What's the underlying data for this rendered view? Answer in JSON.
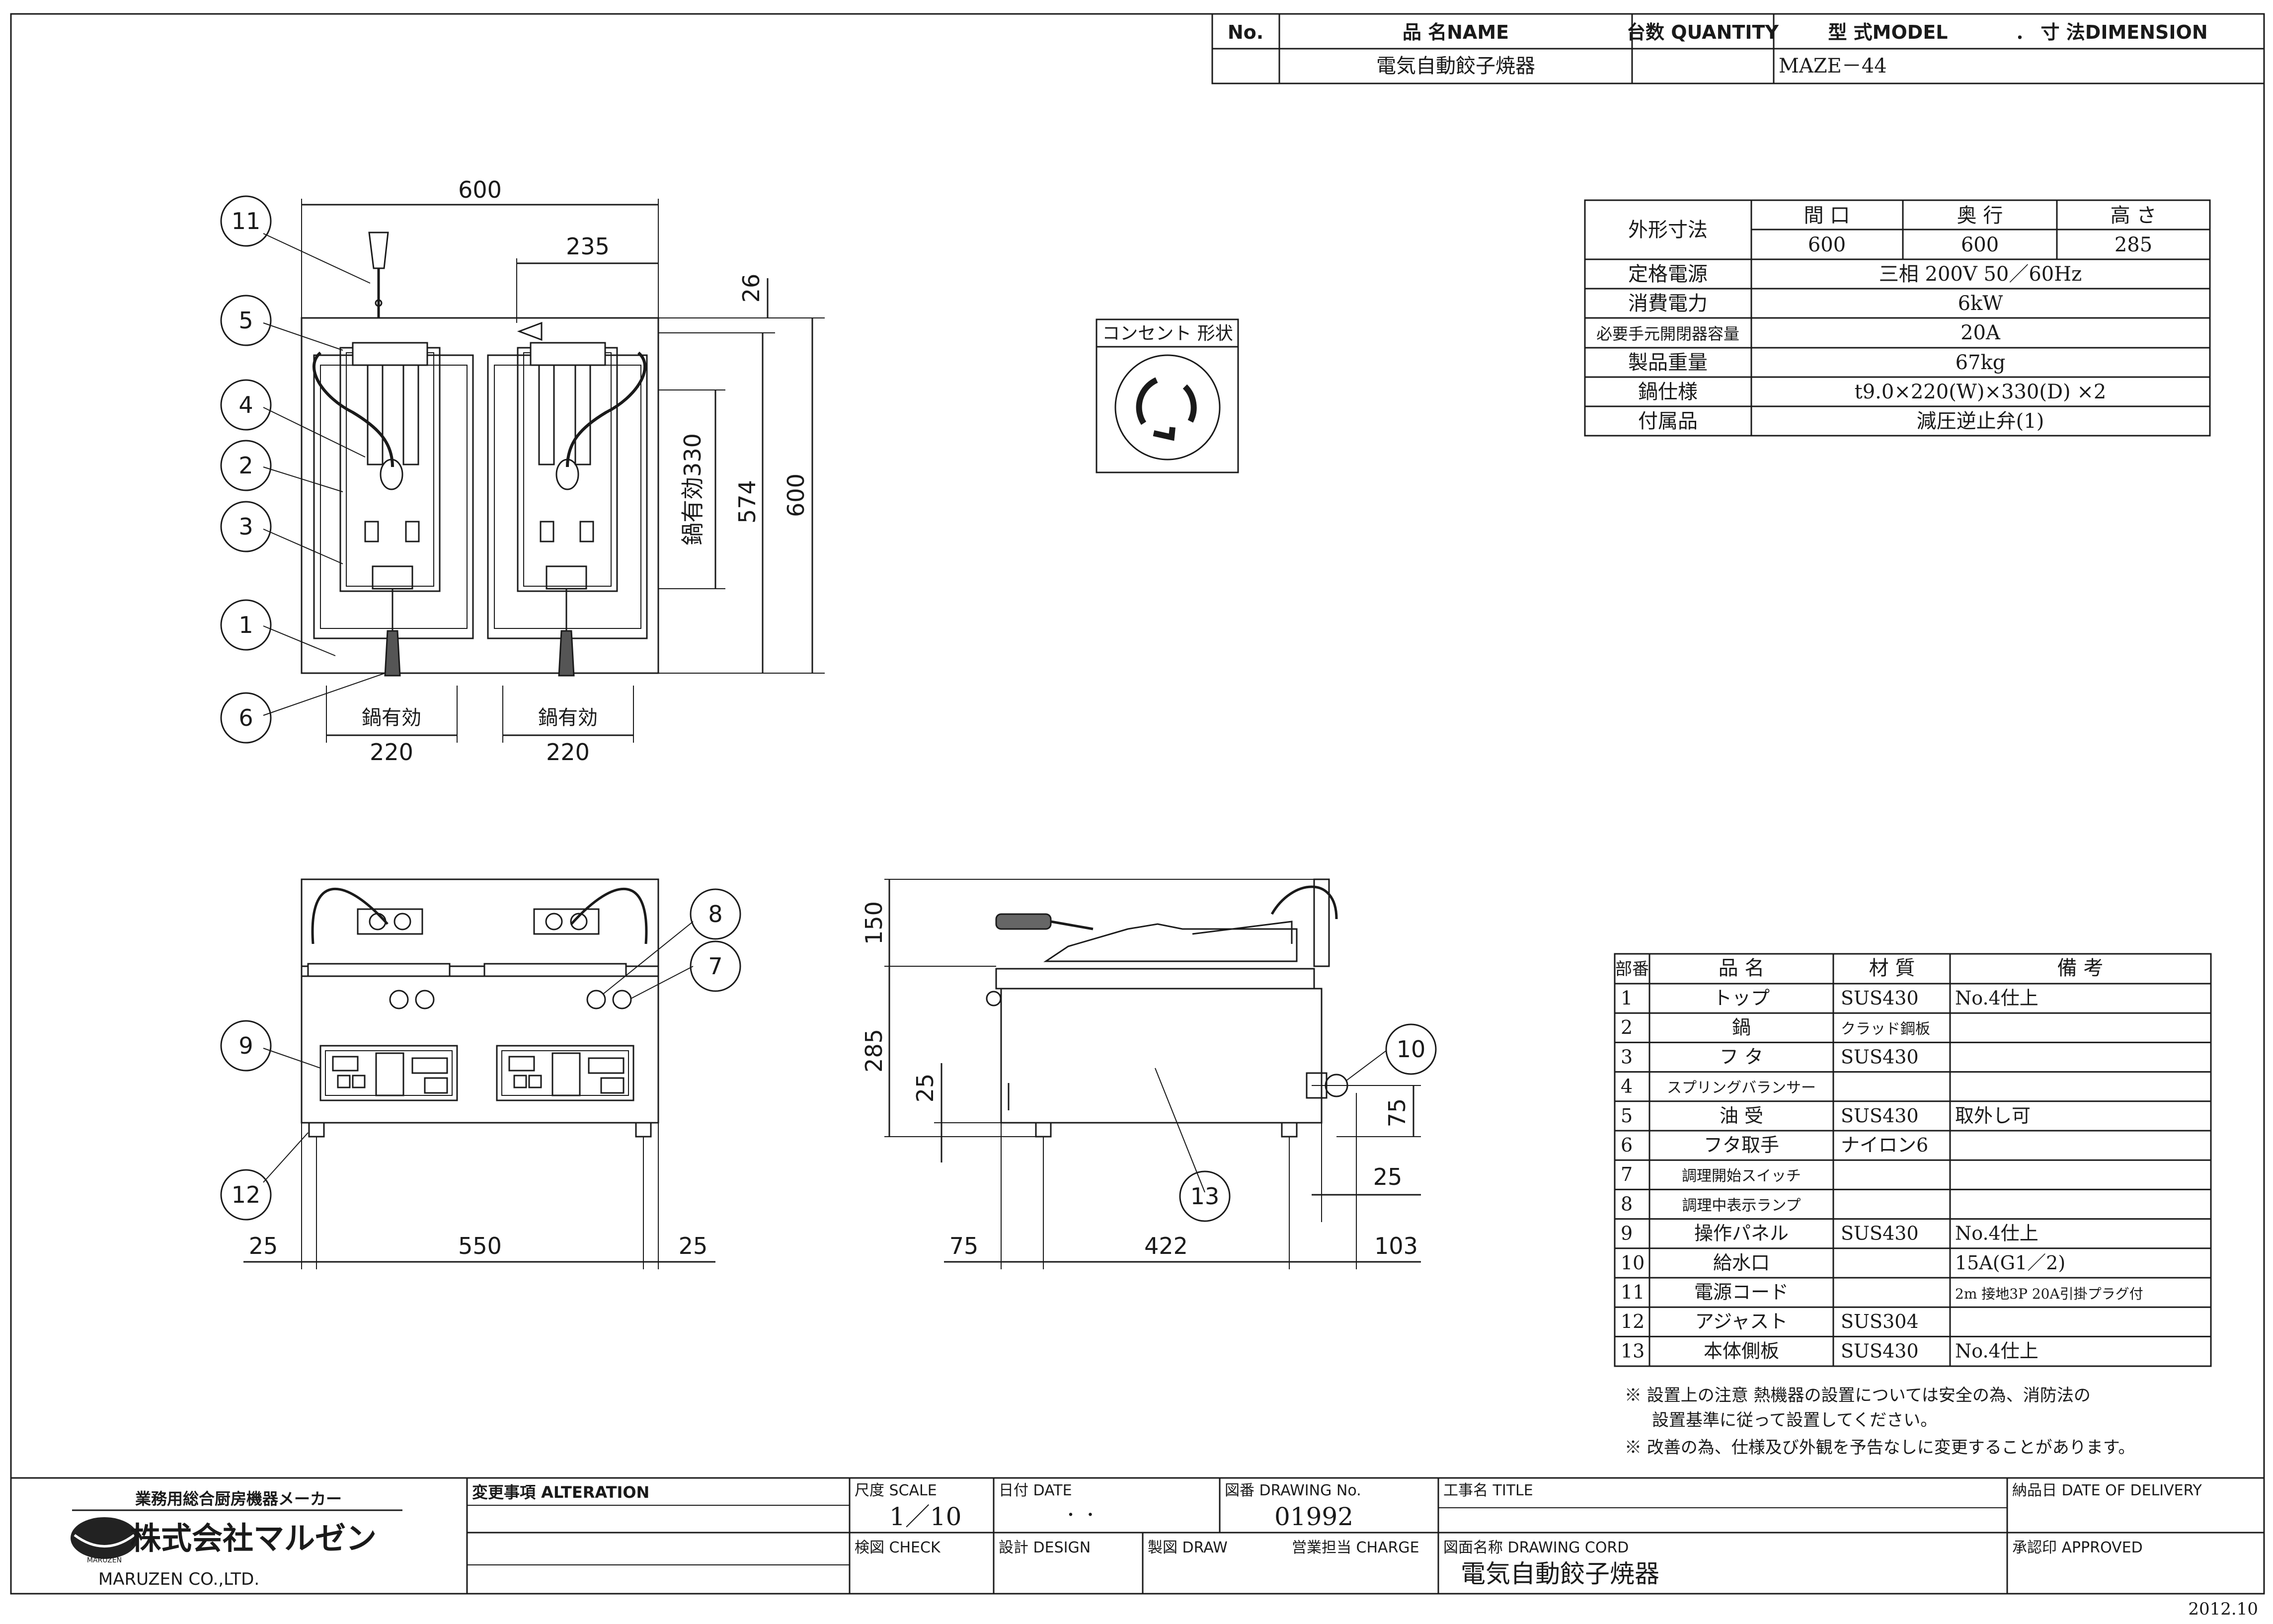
{
  "title_block": {
    "headers": {
      "no": "No.",
      "name": "品 名NAME",
      "quantity": "台数 QUANTITY",
      "model": "型 式MODEL",
      "dimension": "． 寸 法DIMENSION"
    },
    "row": {
      "no": "",
      "name": "電気自動餃子焼器",
      "quantity": "",
      "model": "MAZE－44",
      "dimension": ""
    }
  },
  "spec_table": {
    "label_size": "外形寸法",
    "col_headers": [
      "間 口",
      "奥 行",
      "高 さ"
    ],
    "size_values": [
      "600",
      "600",
      "285"
    ],
    "rows": [
      {
        "label": "定格電源",
        "value": "三相 200V 50／60Hz"
      },
      {
        "label": "消費電力",
        "value": "6kW"
      },
      {
        "label": "必要手元開閉器容量",
        "value": "20A"
      },
      {
        "label": "製品重量",
        "value": "67kg"
      },
      {
        "label": "鍋仕様",
        "value": "t9.0×220(W)×330(D) ×2"
      },
      {
        "label": "付属品",
        "value": "減圧逆止弁(1)"
      }
    ]
  },
  "outlet": {
    "label": "コンセント 形状"
  },
  "parts_table": {
    "headers": [
      "部番",
      "品 名",
      "材 質",
      "備 考"
    ],
    "rows": [
      {
        "no": "1",
        "name": "トップ",
        "material": "SUS430",
        "note": "No.4仕上"
      },
      {
        "no": "2",
        "name": "鍋",
        "material": "クラッド鋼板",
        "note": ""
      },
      {
        "no": "3",
        "name": "フ タ",
        "material": "SUS430",
        "note": ""
      },
      {
        "no": "4",
        "name": "スプリングバランサー",
        "material": "",
        "note": ""
      },
      {
        "no": "5",
        "name": "油 受",
        "material": "SUS430",
        "note": "取外し可"
      },
      {
        "no": "6",
        "name": "フタ取手",
        "material": "ナイロン6",
        "note": ""
      },
      {
        "no": "7",
        "name": "調理開始スイッチ",
        "material": "",
        "note": ""
      },
      {
        "no": "8",
        "name": "調理中表示ランプ",
        "material": "",
        "note": ""
      },
      {
        "no": "9",
        "name": "操作パネル",
        "material": "SUS430",
        "note": "No.4仕上"
      },
      {
        "no": "10",
        "name": "給水口",
        "material": "",
        "note": "15A(G1／2)"
      },
      {
        "no": "11",
        "name": "電源コード",
        "material": "",
        "note": "2m 接地3P 20A引掛プラグ付"
      },
      {
        "no": "12",
        "name": "アジャスト",
        "material": "SUS304",
        "note": ""
      },
      {
        "no": "13",
        "name": "本体側板",
        "material": "SUS430",
        "note": "No.4仕上"
      }
    ]
  },
  "notes": [
    "※ 設置上の注意 熱機器の設置については安全の為、消防法の",
    "設置基準に従って設置してください。",
    "※ 改善の為、仕様及び外観を予告なしに変更することがあります。"
  ],
  "dims": {
    "top_width": "600",
    "top_right": "235",
    "top_26": "26",
    "pan_depth": "鍋有効330",
    "depth_574": "574",
    "depth_600": "600",
    "pan_label": "鍋有効",
    "pan_width": "220",
    "front_25_left": "25",
    "front_550": "550",
    "front_25_right": "25",
    "side_150": "150",
    "side_285": "285",
    "side_25": "25",
    "side_75_left": "75",
    "side_422": "422",
    "side_103": "103",
    "side_75_right": "75",
    "side_25_right": "25"
  },
  "balloons": [
    "1",
    "2",
    "3",
    "4",
    "5",
    "6",
    "7",
    "8",
    "9",
    "10",
    "11",
    "12",
    "13"
  ],
  "footer": {
    "company_tag": "業務用総合厨房機器メーカー",
    "company_name": "株式会社マルゼン",
    "company_en": "MARUZEN CO.,LTD.",
    "logo_text": "MARUZEN",
    "alteration": "変更事項 ALTERATION",
    "scale_label": "尺度 SCALE",
    "scale_value": "1／10",
    "date_label": "日付 DATE",
    "date_value": "・ ・",
    "drawing_no_label": "図番 DRAWING No.",
    "drawing_no_value": "01992",
    "title_label": "工事名 TITLE",
    "delivery_label": "納品日 DATE OF DELIVERY",
    "check_label": "検図 CHECK",
    "design_label": "設計 DESIGN",
    "draw_label": "製図 DRAW",
    "charge_label": "営業担当 CHARGE",
    "cord_label": "図面名称 DRAWING CORD",
    "cord_value": "電気自動餃子焼器",
    "approved_label": "承認印 APPROVED",
    "issue_date": "2012.10"
  }
}
